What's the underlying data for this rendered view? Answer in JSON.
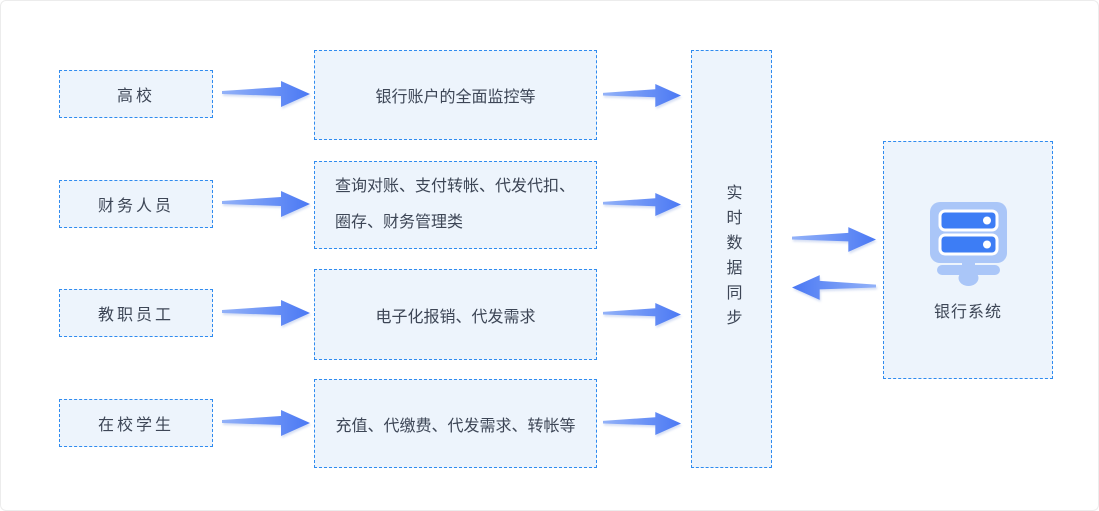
{
  "colors": {
    "box_fill": "#edf4fc",
    "box_border": "#2f8bef",
    "arrow_gradient_start": "#93b2f8",
    "arrow_gradient_end": "#4a78f4",
    "icon_light_blue": "#aac6f8",
    "icon_dark_blue": "#3d7df5",
    "text": "#3d4656"
  },
  "flow": {
    "left_nodes": [
      {
        "label": "高校"
      },
      {
        "label": "财务人员"
      },
      {
        "label": "教职员工"
      },
      {
        "label": "在校学生"
      }
    ],
    "middle_nodes": [
      {
        "lines": [
          "银行账户的全面监控等"
        ]
      },
      {
        "lines": [
          "查询对账、支付转帐、代发代扣、",
          "圈存、财务管理类"
        ]
      },
      {
        "lines": [
          "电子化报销、代发需求"
        ]
      },
      {
        "lines": [
          "充值、代缴费、代发需求、转帐等"
        ]
      }
    ],
    "sync_node": {
      "label": "实时数据同步"
    },
    "bank_node": {
      "label": "银行系统",
      "icon": "server-icon"
    }
  }
}
